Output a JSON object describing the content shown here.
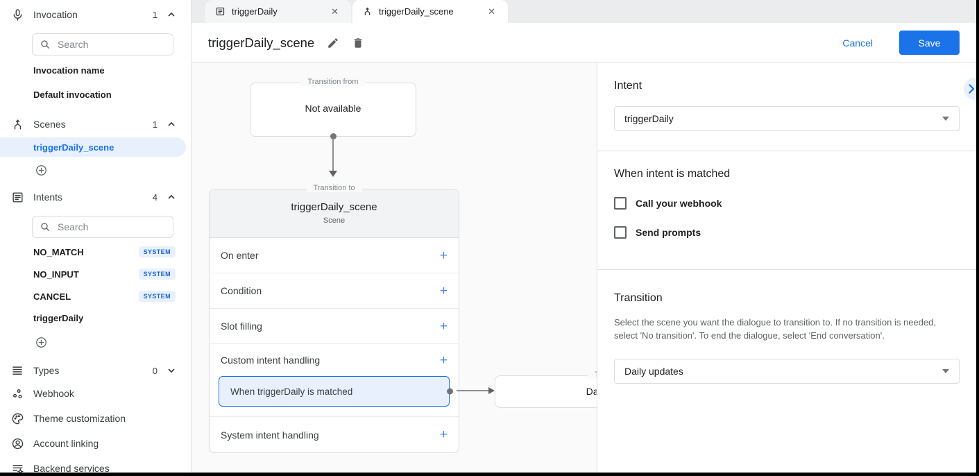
{
  "icons": {
    "plus": "+",
    "close": "✕"
  },
  "tabs": [
    {
      "label": "triggerDaily"
    },
    {
      "label": "triggerDaily_scene"
    }
  ],
  "header": {
    "title": "triggerDaily_scene",
    "cancel_label": "Cancel",
    "save_label": "Save"
  },
  "sidebar": {
    "invocation": {
      "label": "Invocation",
      "count": "1",
      "search_placeholder": "Search",
      "items": [
        "Invocation name",
        "Default invocation"
      ]
    },
    "scenes": {
      "label": "Scenes",
      "count": "1",
      "items": [
        {
          "label": "triggerDaily_scene",
          "selected": true
        }
      ]
    },
    "intents": {
      "label": "Intents",
      "count": "4",
      "search_placeholder": "Search",
      "items": [
        {
          "label": "NO_MATCH",
          "badge": "SYSTEM"
        },
        {
          "label": "NO_INPUT",
          "badge": "SYSTEM"
        },
        {
          "label": "CANCEL",
          "badge": "SYSTEM"
        },
        {
          "label": "triggerDaily",
          "badge": ""
        }
      ]
    },
    "types": {
      "label": "Types",
      "count": "0"
    },
    "links": [
      {
        "label": "Webhook"
      },
      {
        "label": "Theme customization"
      },
      {
        "label": "Account linking"
      },
      {
        "label": "Backend services"
      }
    ]
  },
  "canvas": {
    "from_box": {
      "legend": "Transition from",
      "text": "Not available"
    },
    "scene_box": {
      "legend": "Transition to",
      "title": "triggerDaily_scene",
      "subtitle": "Scene",
      "rows": [
        {
          "label": "On enter"
        },
        {
          "label": "Condition"
        },
        {
          "label": "Slot filling"
        },
        {
          "label": "Custom intent handling",
          "child": "When triggerDaily is matched"
        },
        {
          "label": "System intent handling"
        }
      ]
    },
    "target_box": {
      "legend": "Transition to",
      "text": "Daily updates"
    }
  },
  "panel": {
    "intent": {
      "heading": "Intent",
      "value": "triggerDaily"
    },
    "matched": {
      "heading": "When intent is matched",
      "checkboxes": [
        {
          "label": "Call your webhook",
          "checked": false
        },
        {
          "label": "Send prompts",
          "checked": false
        }
      ]
    },
    "transition": {
      "heading": "Transition",
      "description": "Select the scene you want the dialogue to transition to. If no transition is needed, select 'No transition'. To end the dialogue, select 'End conversation'.",
      "value": "Daily updates"
    }
  }
}
